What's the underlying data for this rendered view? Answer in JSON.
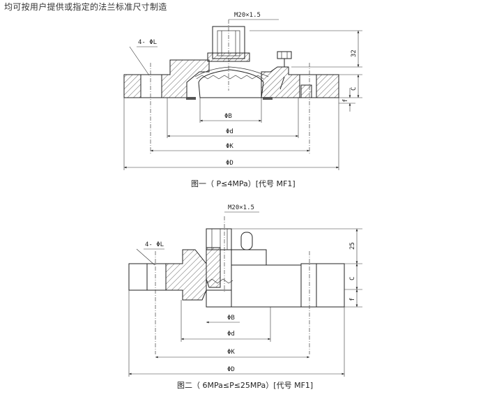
{
  "header": {
    "text": "均可按用户提供或指定的法兰标准尺寸制造"
  },
  "figure1": {
    "caption": "图一（ P≤4MPa）[代号 MF1]",
    "thread": "M20×1.5",
    "holes": "4- ΦL",
    "dim_32": "32",
    "dim_c": "C",
    "dim_f": "f",
    "phi_b": "ΦB",
    "phi_d": "Φd",
    "phi_k": "ΦK",
    "phi_D": "ΦD"
  },
  "figure2": {
    "caption": "图二（ 6MPa≤P≤25MPa）[代号 MF1]",
    "thread": "M20×1.5",
    "holes": "4- ΦL",
    "dim_25": "25",
    "dim_c": "C",
    "dim_f": "f",
    "phi_b": "ΦB",
    "phi_d": "Φd",
    "phi_k": "ΦK",
    "phi_D": "ΦD"
  },
  "colors": {
    "line": "#222222",
    "header_text": "#333333",
    "background": "#ffffff"
  }
}
